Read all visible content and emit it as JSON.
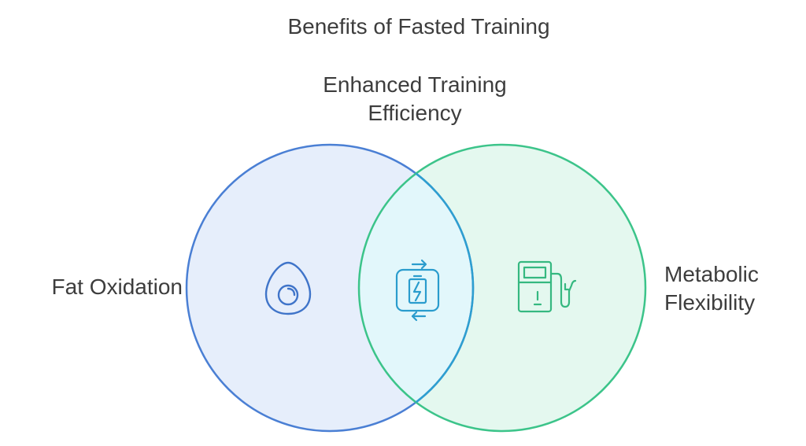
{
  "title": "Benefits of Fasted Training",
  "sets": {
    "left": {
      "label": "Fat Oxidation",
      "icon": "egg-icon",
      "stroke": "#4a7fd4",
      "fill": "#e6eefb"
    },
    "right": {
      "label_line1": "Metabolic",
      "label_line2": "Flexibility",
      "icon": "fuel-pump-icon",
      "stroke": "#3cc48a",
      "fill": "#e4f8ef"
    },
    "intersection": {
      "label_line1": "Enhanced Training",
      "label_line2": "Efficiency",
      "icon": "battery-charging-icon",
      "stroke": "#2e9fd0",
      "fill": "#e2f7fb"
    }
  }
}
